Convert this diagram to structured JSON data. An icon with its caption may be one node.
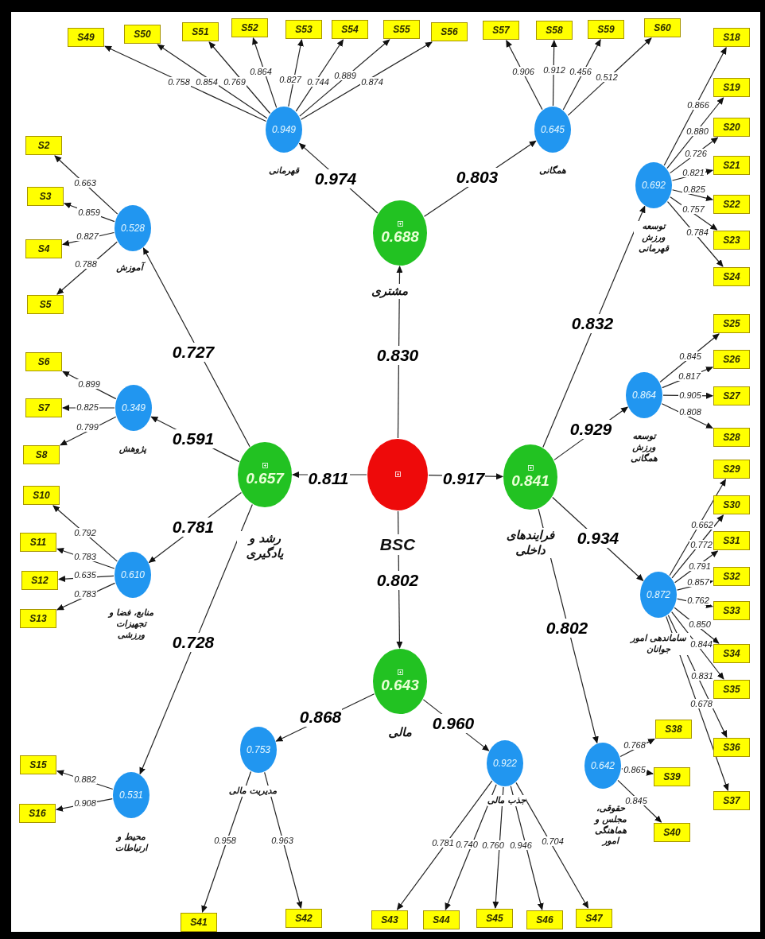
{
  "diagram": {
    "nodes": [
      {
        "text": [],
        "shape": "circle",
        "beside": [
          "BSC"
        ]
      },
      {
        "text": [
          "0.688"
        ],
        "beside": [
          "مشتری"
        ]
      },
      {
        "text": [
          "0.657"
        ],
        "beside": [
          "رشد و یادگیری"
        ]
      },
      {
        "text": [
          "0.841"
        ],
        "beside": [
          "فرایندهای داخلی"
        ]
      },
      {
        "text": [
          "0.643"
        ],
        "beside": [
          "مالی"
        ]
      },
      {
        "text": [
          "0.949"
        ],
        "beside": [
          "قهرمانی"
        ]
      },
      {
        "text": [
          "0.645"
        ],
        "beside": [
          "همگانی"
        ]
      },
      {
        "text": [
          "0.528"
        ],
        "beside": [
          "آموزش"
        ]
      },
      {
        "text": [
          "0.349"
        ],
        "beside": [
          "پژوهش"
        ]
      },
      {
        "text": [
          "0.610"
        ],
        "beside": [
          "منابع، فضا و تجهیزات ورزشی"
        ]
      },
      {
        "text": [
          "0.531"
        ],
        "beside": [
          "محیط و ارتباطات"
        ]
      },
      {
        "text": [
          "0.692"
        ],
        "beside": [
          "توسعه ورزش قهرمانی"
        ]
      },
      {
        "text": [
          "0.864"
        ],
        "beside": [
          "توسعه ورزش همگانی"
        ]
      },
      {
        "text": [
          "0.872"
        ],
        "beside": [
          "ساماندهی امور جوانان"
        ]
      },
      {
        "text": [
          "0.642"
        ],
        "beside": [
          "حقوقی، مجلس و هماهنگی امور"
        ]
      },
      {
        "text": [
          "0.753"
        ],
        "beside": [
          "مدیریت مالی"
        ]
      },
      {
        "text": [
          "0.922"
        ],
        "beside": [
          "جذب مالی"
        ]
      },
      {
        "text": [
          "S49"
        ]
      },
      {
        "text": [
          "S50"
        ]
      },
      {
        "text": [
          "S51"
        ]
      },
      {
        "text": [
          "S52"
        ]
      },
      {
        "text": [
          "S53"
        ]
      },
      {
        "text": [
          "S54"
        ]
      },
      {
        "text": [
          "S55"
        ]
      },
      {
        "text": [
          "S56"
        ]
      },
      {
        "text": [
          "S57"
        ]
      },
      {
        "text": [
          "S58"
        ]
      },
      {
        "text": [
          "S59"
        ]
      },
      {
        "text": [
          "S60"
        ]
      },
      {
        "text": [
          "S18"
        ]
      },
      {
        "text": [
          "S19"
        ]
      },
      {
        "text": [
          "S20"
        ]
      },
      {
        "text": [
          "S21"
        ]
      },
      {
        "text": [
          "S22"
        ]
      },
      {
        "text": [
          "S23"
        ]
      },
      {
        "text": [
          "S24"
        ]
      },
      {
        "text": [
          "S2"
        ]
      },
      {
        "text": [
          "S3"
        ]
      },
      {
        "text": [
          "S4"
        ]
      },
      {
        "text": [
          "S5"
        ]
      },
      {
        "text": [
          "S6"
        ]
      },
      {
        "text": [
          "S7"
        ]
      },
      {
        "text": [
          "S8"
        ]
      },
      {
        "text": [
          "S10"
        ]
      },
      {
        "text": [
          "S11"
        ]
      },
      {
        "text": [
          "S12"
        ]
      },
      {
        "text": [
          "S13"
        ]
      },
      {
        "text": [
          "S15"
        ]
      },
      {
        "text": [
          "S16"
        ]
      },
      {
        "text": [
          "S25"
        ]
      },
      {
        "text": [
          "S26"
        ]
      },
      {
        "text": [
          "S27"
        ]
      },
      {
        "text": [
          "S28"
        ]
      },
      {
        "text": [
          "S29"
        ]
      },
      {
        "text": [
          "S30"
        ]
      },
      {
        "text": [
          "S31"
        ]
      },
      {
        "text": [
          "S32"
        ]
      },
      {
        "text": [
          "S33"
        ]
      },
      {
        "text": [
          "S34"
        ]
      },
      {
        "text": [
          "S35"
        ]
      },
      {
        "text": [
          "S36"
        ]
      },
      {
        "text": [
          "S37"
        ]
      },
      {
        "text": [
          "S38"
        ]
      },
      {
        "text": [
          "S39"
        ]
      },
      {
        "text": [
          "S40"
        ]
      },
      {
        "text": [
          "S41"
        ]
      },
      {
        "text": [
          "S42"
        ]
      },
      {
        "text": [
          "S43"
        ]
      },
      {
        "text": [
          "S44"
        ]
      },
      {
        "text": [
          "S45"
        ]
      },
      {
        "text": [
          "S46"
        ]
      },
      {
        "text": [
          "S47"
        ]
      }
    ],
    "edges": [
      {
        "from": 0,
        "to": 1,
        "arrow": "to",
        "label": "0.830"
      },
      {
        "from": 0,
        "to": 2,
        "arrow": "to",
        "label": "0.811"
      },
      {
        "from": 0,
        "to": 3,
        "arrow": "to",
        "label": "0.917"
      },
      {
        "from": 0,
        "to": 4,
        "arrow": "to",
        "label": "0.802"
      },
      {
        "from": 1,
        "to": 5,
        "arrow": "to",
        "label": "0.974"
      },
      {
        "from": 1,
        "to": 6,
        "arrow": "to",
        "label": "0.803"
      },
      {
        "from": 2,
        "to": 7,
        "arrow": "to",
        "label": "0.727"
      },
      {
        "from": 2,
        "to": 8,
        "arrow": "to",
        "label": "0.591"
      },
      {
        "from": 2,
        "to": 9,
        "arrow": "to",
        "label": "0.781"
      },
      {
        "from": 2,
        "to": 10,
        "arrow": "to",
        "label": "0.728"
      },
      {
        "from": 3,
        "to": 11,
        "arrow": "to",
        "label": "0.832"
      },
      {
        "from": 3,
        "to": 12,
        "arrow": "to",
        "label": "0.929"
      },
      {
        "from": 3,
        "to": 13,
        "arrow": "to",
        "label": "0.934"
      },
      {
        "from": 3,
        "to": 14,
        "arrow": "to",
        "label": "0.802"
      },
      {
        "from": 4,
        "to": 15,
        "arrow": "to",
        "label": "0.868"
      },
      {
        "from": 4,
        "to": 16,
        "arrow": "to",
        "label": "0.960"
      },
      {
        "from": 5,
        "to": 17,
        "arrow": "to",
        "label": "0.758"
      },
      {
        "from": 5,
        "to": 18,
        "arrow": "to",
        "label": "0.854"
      },
      {
        "from": 5,
        "to": 19,
        "arrow": "to",
        "label": "0.769"
      },
      {
        "from": 5,
        "to": 20,
        "arrow": "to",
        "label": "0.864"
      },
      {
        "from": 5,
        "to": 21,
        "arrow": "to",
        "label": "0.827"
      },
      {
        "from": 5,
        "to": 22,
        "arrow": "to",
        "label": "0.744"
      },
      {
        "from": 5,
        "to": 23,
        "arrow": "to",
        "label": "0.889"
      },
      {
        "from": 5,
        "to": 24,
        "arrow": "to",
        "label": "0.874"
      },
      {
        "from": 6,
        "to": 25,
        "arrow": "to",
        "label": "0.906"
      },
      {
        "from": 6,
        "to": 26,
        "arrow": "to",
        "label": "0.912"
      },
      {
        "from": 6,
        "to": 27,
        "arrow": "to",
        "label": "0.456"
      },
      {
        "from": 6,
        "to": 28,
        "arrow": "to",
        "label": "0.512"
      },
      {
        "from": 11,
        "to": 29,
        "arrow": "to",
        "label": "0.866"
      },
      {
        "from": 11,
        "to": 30,
        "arrow": "to",
        "label": "0.880"
      },
      {
        "from": 11,
        "to": 31,
        "arrow": "to",
        "label": "0.726"
      },
      {
        "from": 11,
        "to": 32,
        "arrow": "to",
        "label": "0.821"
      },
      {
        "from": 11,
        "to": 33,
        "arrow": "to",
        "label": "0.825"
      },
      {
        "from": 11,
        "to": 34,
        "arrow": "to",
        "label": "0.757"
      },
      {
        "from": 11,
        "to": 35,
        "arrow": "to",
        "label": "0.784"
      },
      {
        "from": 7,
        "to": 36,
        "arrow": "to",
        "label": "0.663"
      },
      {
        "from": 7,
        "to": 37,
        "arrow": "to",
        "label": "0.859"
      },
      {
        "from": 7,
        "to": 38,
        "arrow": "to",
        "label": "0.827"
      },
      {
        "from": 7,
        "to": 39,
        "arrow": "to",
        "label": "0.788"
      },
      {
        "from": 8,
        "to": 40,
        "arrow": "to",
        "label": "0.899"
      },
      {
        "from": 8,
        "to": 41,
        "arrow": "to",
        "label": "0.825"
      },
      {
        "from": 8,
        "to": 42,
        "arrow": "to",
        "label": "0.799"
      },
      {
        "from": 9,
        "to": 43,
        "arrow": "to",
        "label": "0.792"
      },
      {
        "from": 9,
        "to": 44,
        "arrow": "to",
        "label": "0.783"
      },
      {
        "from": 9,
        "to": 45,
        "arrow": "to",
        "label": "0.635"
      },
      {
        "from": 9,
        "to": 46,
        "arrow": "to",
        "label": "0.783"
      },
      {
        "from": 10,
        "to": 47,
        "arrow": "to",
        "label": "0.882"
      },
      {
        "from": 10,
        "to": 48,
        "arrow": "to",
        "label": "0.908"
      },
      {
        "from": 12,
        "to": 49,
        "arrow": "to",
        "label": "0.845"
      },
      {
        "from": 12,
        "to": 50,
        "arrow": "to",
        "label": "0.817"
      },
      {
        "from": 12,
        "to": 51,
        "arrow": "to",
        "label": "0.905"
      },
      {
        "from": 12,
        "to": 52,
        "arrow": "to",
        "label": "0.808"
      },
      {
        "from": 13,
        "to": 53,
        "arrow": "to",
        "label": "0.662"
      },
      {
        "from": 13,
        "to": 54,
        "arrow": "to",
        "label": "0.772"
      },
      {
        "from": 13,
        "to": 55,
        "arrow": "to",
        "label": "0.791"
      },
      {
        "from": 13,
        "to": 56,
        "arrow": "to",
        "label": "0.857"
      },
      {
        "from": 13,
        "to": 57,
        "arrow": "to",
        "label": "0.762"
      },
      {
        "from": 13,
        "to": 58,
        "arrow": "to",
        "label": "0.850"
      },
      {
        "from": 13,
        "to": 59,
        "arrow": "to",
        "label": "0.844"
      },
      {
        "from": 13,
        "to": 60,
        "arrow": "to",
        "label": "0.831"
      },
      {
        "from": 13,
        "to": 61,
        "arrow": "to",
        "label": "0.678"
      },
      {
        "from": 14,
        "to": 62,
        "arrow": "to",
        "label": "0.768"
      },
      {
        "from": 14,
        "to": 63,
        "arrow": "to",
        "label": "0.865"
      },
      {
        "from": 14,
        "to": 64,
        "arrow": "to",
        "label": "0.845"
      },
      {
        "from": 15,
        "to": 65,
        "arrow": "to",
        "label": "0.958"
      },
      {
        "from": 15,
        "to": 66,
        "arrow": "to",
        "label": "0.963"
      },
      {
        "from": 16,
        "to": 67,
        "arrow": "to",
        "label": "0.781"
      },
      {
        "from": 16,
        "to": 68,
        "arrow": "to",
        "label": "0.740"
      },
      {
        "from": 16,
        "to": 69,
        "arrow": "to",
        "label": "0.760"
      },
      {
        "from": 16,
        "to": 70,
        "arrow": "to",
        "label": "0.946"
      },
      {
        "from": 16,
        "to": 71,
        "arrow": "to",
        "label": "0.704"
      }
    ]
  }
}
